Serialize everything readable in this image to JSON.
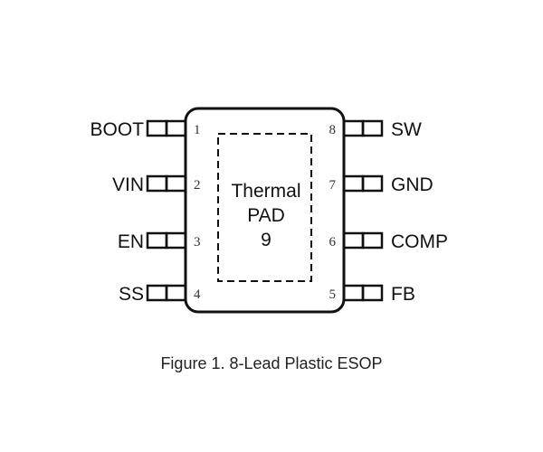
{
  "package": {
    "left_pins": [
      {
        "number": "1",
        "name": "BOOT"
      },
      {
        "number": "2",
        "name": "VIN"
      },
      {
        "number": "3",
        "name": "EN"
      },
      {
        "number": "4",
        "name": "SS"
      }
    ],
    "right_pins": [
      {
        "number": "8",
        "name": "SW"
      },
      {
        "number": "7",
        "name": "GND"
      },
      {
        "number": "6",
        "name": "COMP"
      },
      {
        "number": "5",
        "name": "FB"
      }
    ],
    "thermal_pad": {
      "line1": "Thermal",
      "line2": "PAD",
      "line3": "9"
    }
  },
  "caption": "Figure 1. 8-Lead Plastic ESOP",
  "colors": {
    "stroke": "#111111",
    "background": "#ffffff"
  }
}
